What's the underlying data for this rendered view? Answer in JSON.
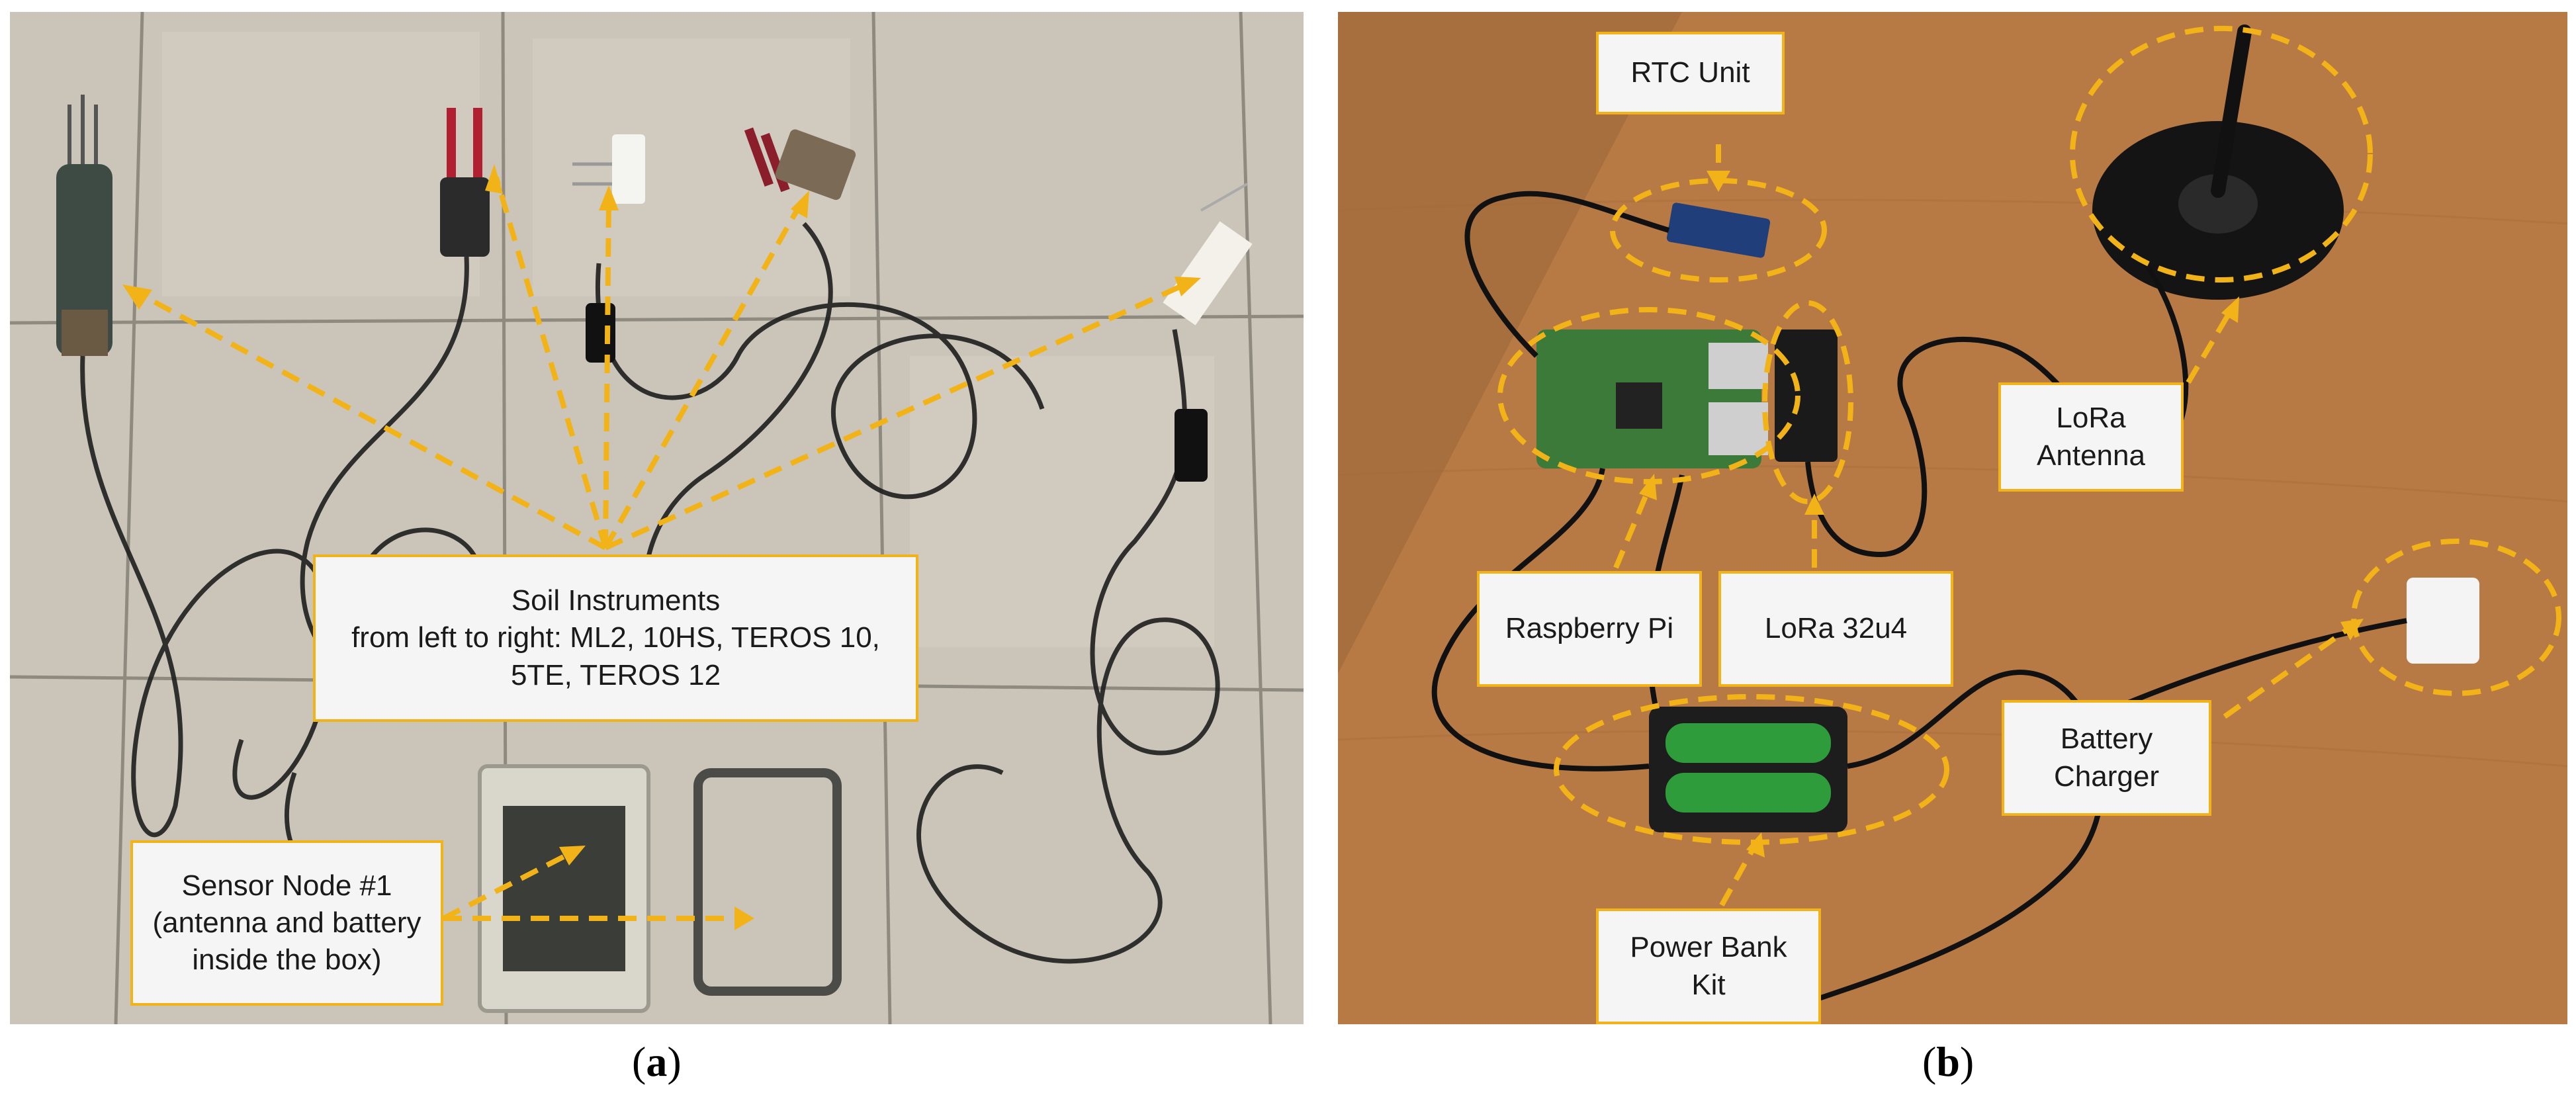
{
  "panel_a": {
    "caption_open": "(",
    "caption_letter": "a",
    "caption_close": ")",
    "soil_label": [
      "Soil Instruments",
      "from left to right: ML2, 10HS, TEROS 10,",
      "5TE, TEROS 12"
    ],
    "node_label": [
      "Sensor Node #1",
      "(antenna and battery",
      "inside the box)"
    ]
  },
  "panel_b": {
    "caption_open": "(",
    "caption_letter": "b",
    "caption_close": ")",
    "rtc_label": "RTC Unit",
    "lora_antenna_label": [
      "LoRa",
      "Antenna"
    ],
    "raspberry_label": "Raspberry Pi",
    "lora32_label": "LoRa 32u4",
    "charger_label": [
      "Battery",
      "Charger"
    ],
    "powerbank_label": [
      "Power Bank",
      "Kit"
    ]
  },
  "colors": {
    "annotation": "#f2b318",
    "tile": "#c8c2b6",
    "wood": "#b97a43"
  }
}
